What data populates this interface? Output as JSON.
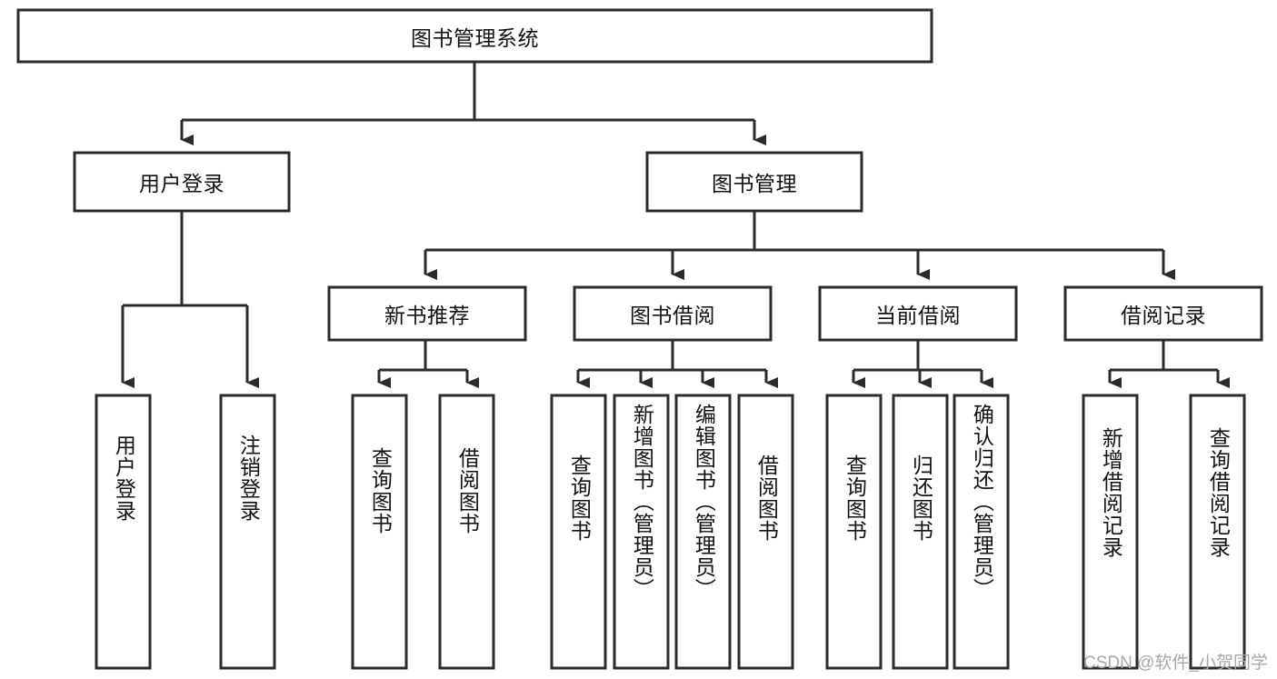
{
  "diagram": {
    "type": "tree-hierarchy-chart",
    "title": "图书管理系统",
    "watermark": "CSDN @软件_小贺同学",
    "colors": {
      "stroke": "#2b2b2b",
      "fill": "#ffffff",
      "text": "#111111",
      "watermark": "#a8a8a8"
    },
    "root": {
      "label": "图书管理系统"
    },
    "level2": [
      {
        "label": "用户登录"
      },
      {
        "label": "图书管理"
      }
    ],
    "level3": [
      {
        "label": "新书推荐"
      },
      {
        "label": "图书借阅"
      },
      {
        "label": "当前借阅"
      },
      {
        "label": "借阅记录"
      }
    ],
    "leaves": {
      "user_login": [
        {
          "label": "用户登录"
        },
        {
          "label": "注销登录"
        }
      ],
      "new_book_recommend": [
        {
          "label": "查询图书"
        },
        {
          "label": "借阅图书"
        }
      ],
      "book_borrow": [
        {
          "label": "查询图书"
        },
        {
          "label": "新增图书（管理员）"
        },
        {
          "label": "编辑图书（管理员）"
        },
        {
          "label": "借阅图书"
        }
      ],
      "current_borrow": [
        {
          "label": "查询图书"
        },
        {
          "label": "归还图书"
        },
        {
          "label": "确认归还（管理员）"
        }
      ],
      "borrow_records": [
        {
          "label": "新增借阅记录"
        },
        {
          "label": "查询借阅记录"
        }
      ]
    }
  }
}
